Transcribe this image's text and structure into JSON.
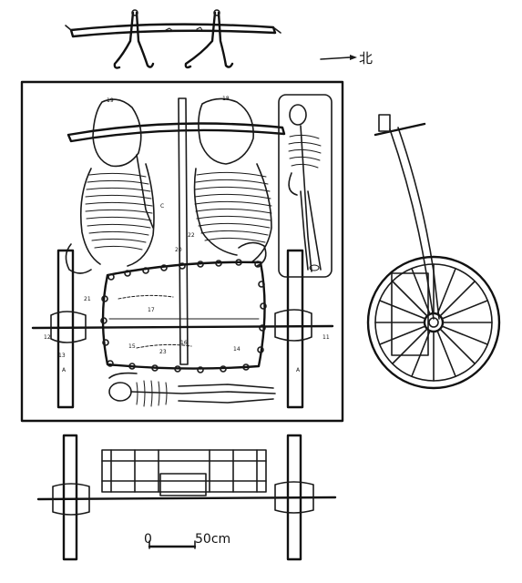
{
  "direction": {
    "label": "北"
  },
  "scale": {
    "zero": "0",
    "length": "50cm"
  },
  "find_numbers": [
    "19",
    "18",
    "17",
    "21",
    "22",
    "20",
    "12",
    "11",
    "13",
    "14",
    "15",
    "16",
    "23",
    "C",
    "A",
    "A"
  ]
}
